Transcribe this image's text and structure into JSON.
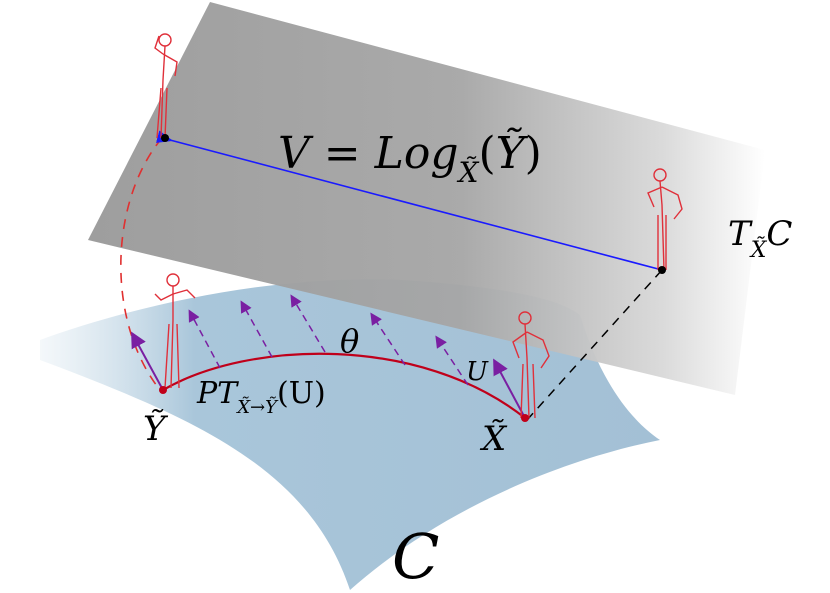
{
  "labels": {
    "log_map": {
      "lhs": "V = Log",
      "sub": "X̃",
      "arg_open": "(",
      "arg": "Ỹ",
      "arg_close": ")"
    },
    "tangent_space": {
      "main": "T",
      "sub": "X̃",
      "tail": "C"
    },
    "manifold": "C",
    "angle": "θ",
    "transport": {
      "main": "PT",
      "sub": "X̃→Ỹ",
      "arg": "(U)"
    },
    "vector_u": "U",
    "point_x": "X̃",
    "point_y": "Ỹ"
  },
  "colors": {
    "plane_dark": "#8c8c8c",
    "plane_light": "#ffffff",
    "manifold": "#9fbfd6",
    "log_arrow": "#1a1aff",
    "geodesic": "#c0001a",
    "transport_arrows": "#7a1fa2",
    "skeleton": "#e0303a",
    "joints": "#3a4fb0",
    "dashed_black": "#000000",
    "dashed_red": "#e03030"
  },
  "icons": {
    "skeleton": "human-skeleton-icon",
    "point": "point-marker-icon"
  }
}
